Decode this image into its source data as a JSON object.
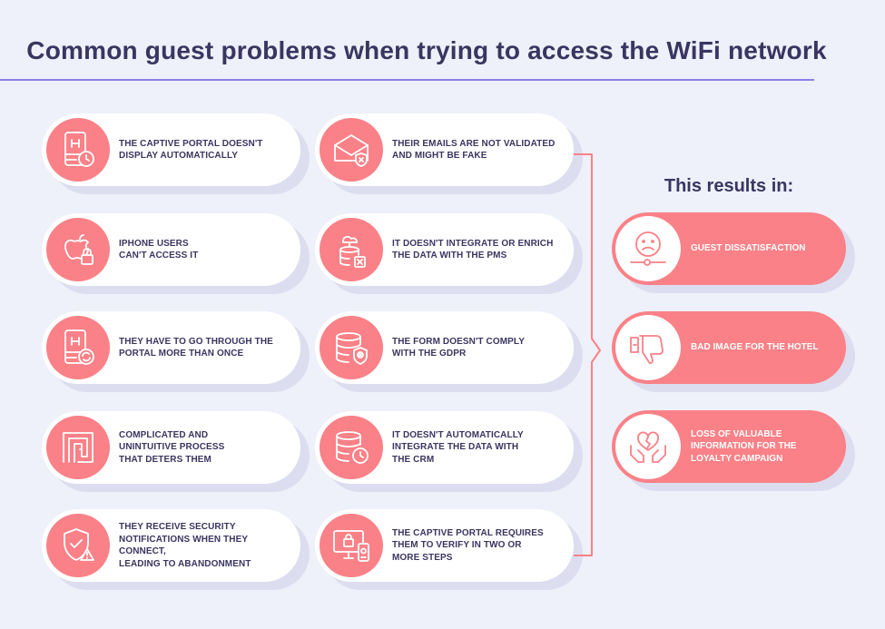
{
  "title": "Common guest problems when trying to access the WiFi network",
  "results_heading": "This results in:",
  "colors": {
    "accent": "#fa8187",
    "text": "#3a3560",
    "rule": "#8b7fe3",
    "background": "#eef0fa"
  },
  "problems_left": [
    {
      "icon": "hotel-phone-clock-icon",
      "label": "The captive portal doesn't\ndisplay automatically"
    },
    {
      "icon": "apple-lock-icon",
      "label": "iPhone users\ncan't access it"
    },
    {
      "icon": "hotel-phone-refresh-icon",
      "label": "They have to go through the\nportal more than once"
    },
    {
      "icon": "maze-icon",
      "label": "Complicated and\nunintuitive process\nthat deters them"
    },
    {
      "icon": "shield-warning-icon",
      "label": "They receive security\nnotifications when they connect,\nleading to abandonment"
    }
  ],
  "problems_right": [
    {
      "icon": "email-shield-icon",
      "label": "Their emails are not validated\nand might be fake"
    },
    {
      "icon": "cloud-database-x-icon",
      "label": "It doesn't integrate or enrich\nthe data with the PMS"
    },
    {
      "icon": "database-shield-icon",
      "label": "The form doesn't comply\nwith the GDPR"
    },
    {
      "icon": "database-clock-icon",
      "label": "It doesn't automatically\nintegrate the data with\nthe CRM"
    },
    {
      "icon": "monitor-lock-phone-icon",
      "label": "The captive portal requires\nthem to verify in two or\nmore steps"
    }
  ],
  "results": [
    {
      "icon": "sad-face-slider-icon",
      "label": "Guest dissatisfaction"
    },
    {
      "icon": "thumbs-down-icon",
      "label": "Bad image for the hotel"
    },
    {
      "icon": "broken-heart-hands-icon",
      "label": "Loss of valuable\ninformation for the\nloyalty campaign"
    }
  ]
}
